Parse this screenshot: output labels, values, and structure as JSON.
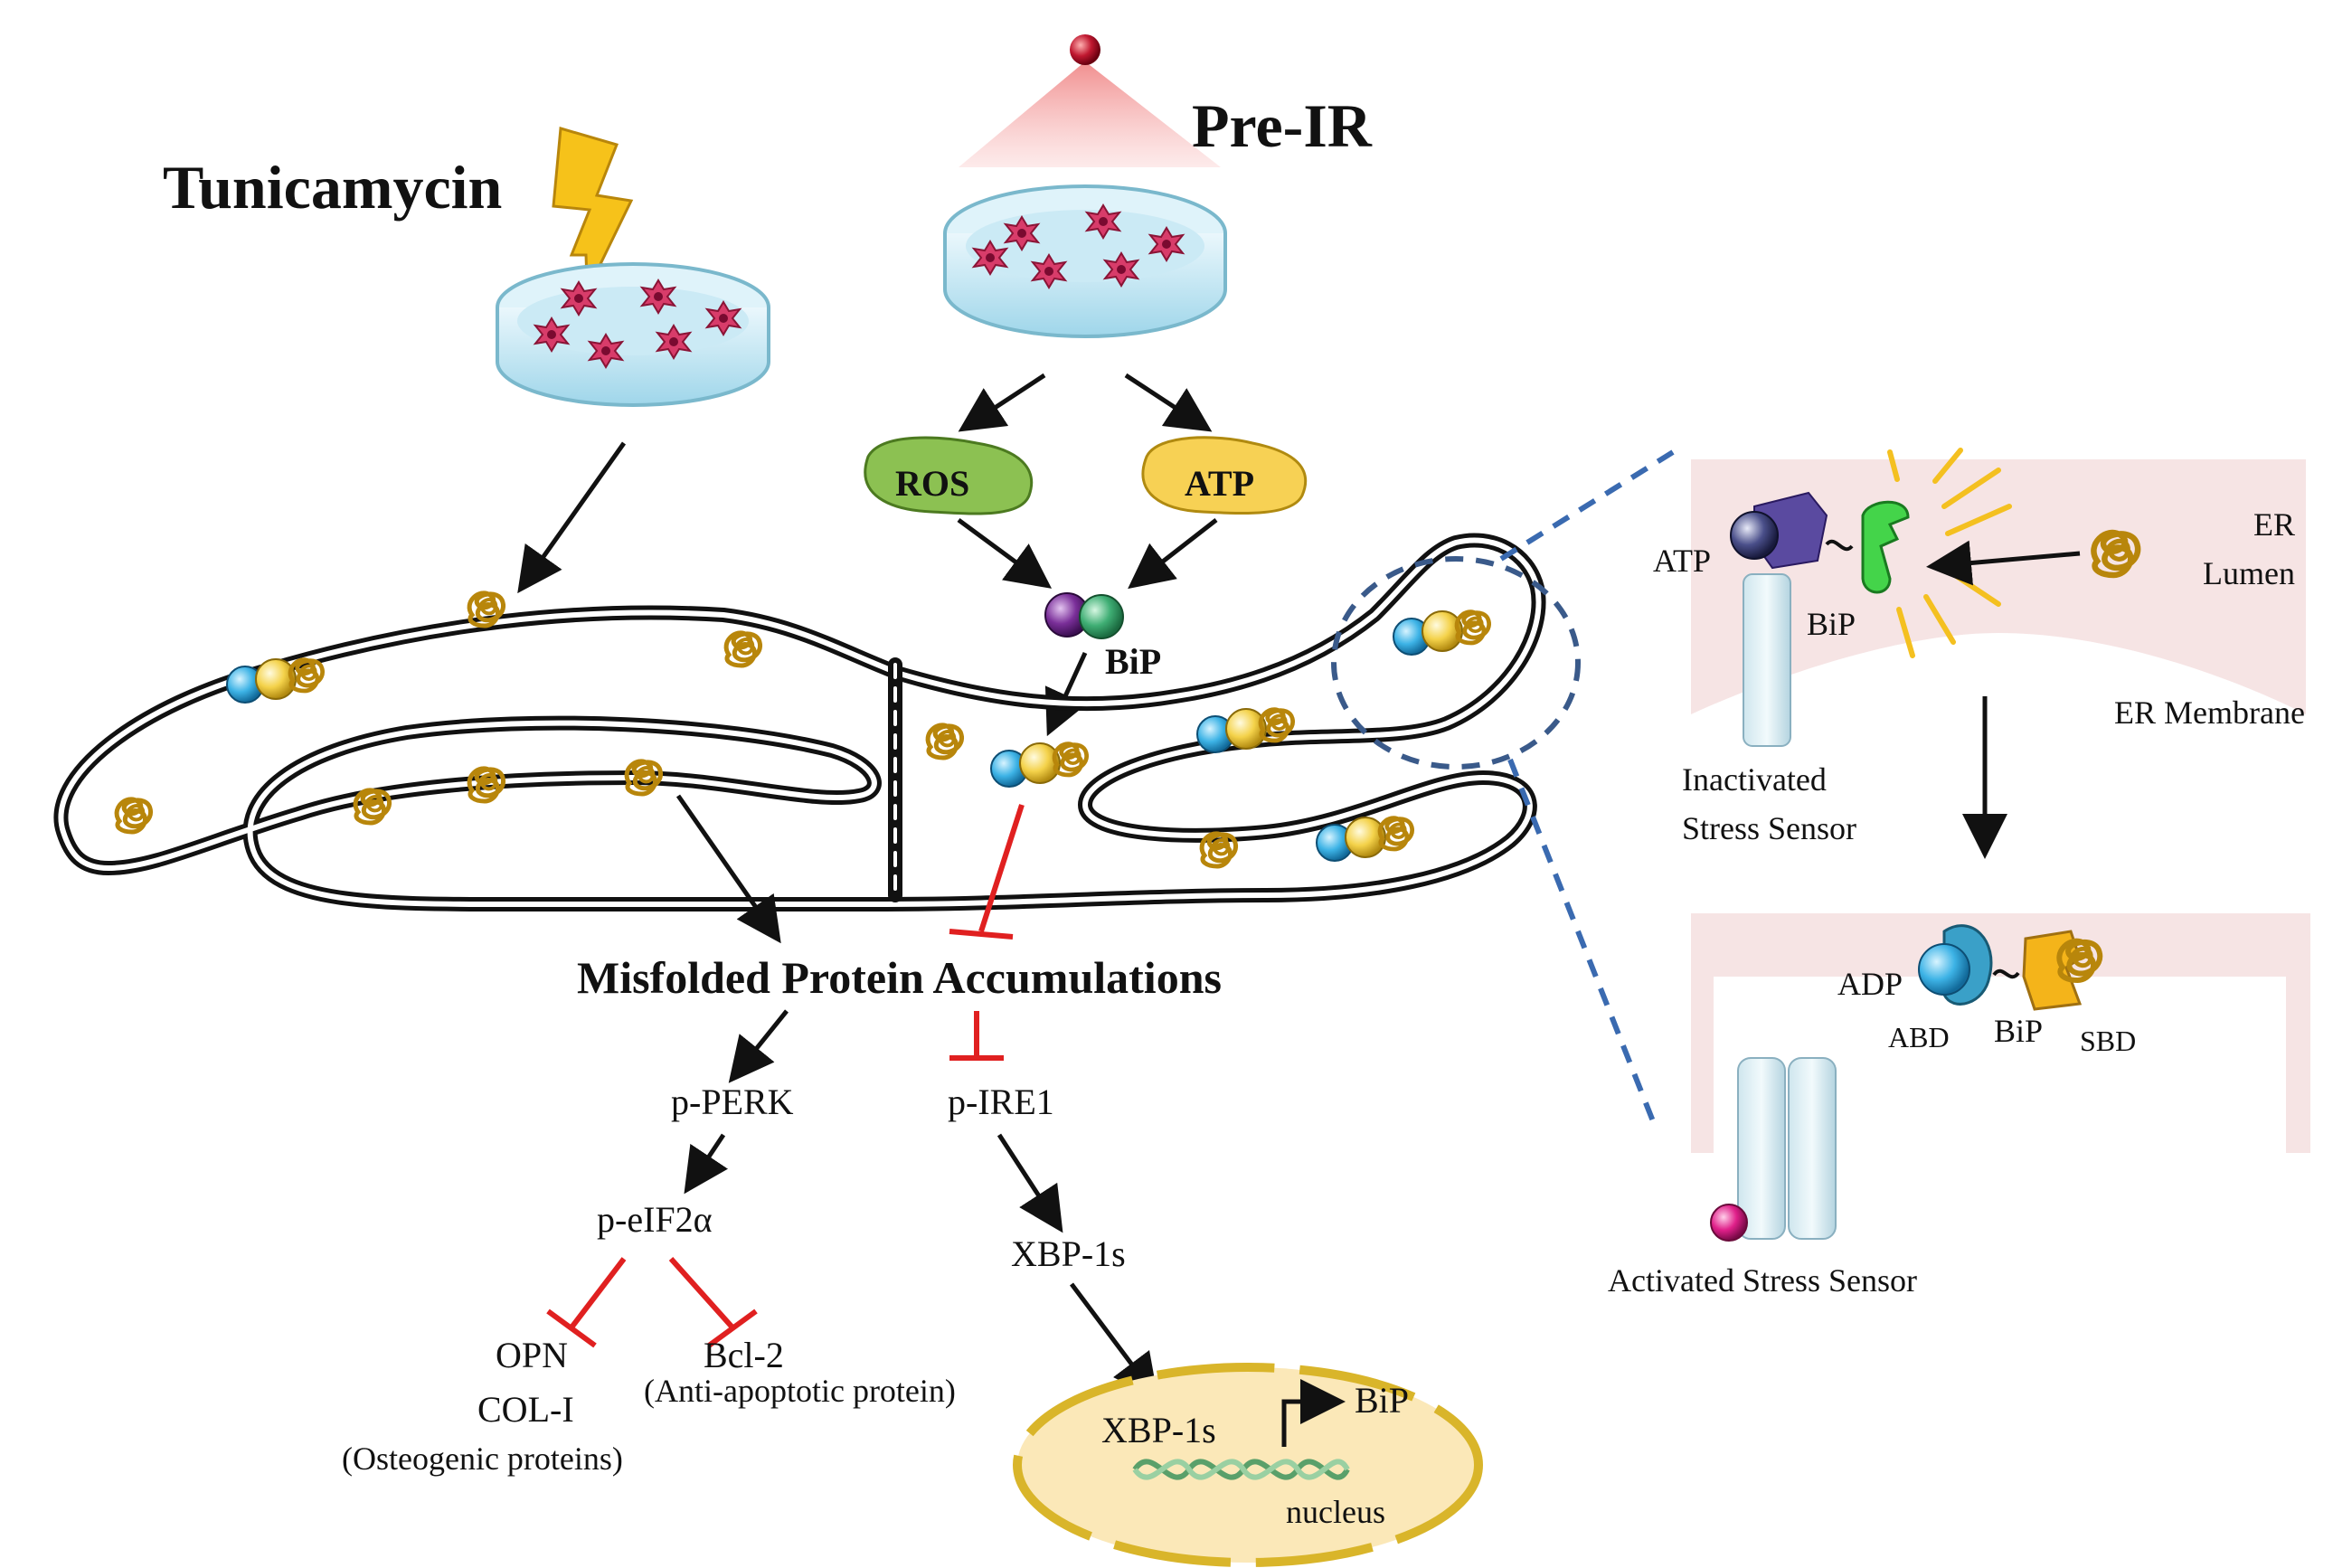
{
  "inputs": {
    "tunicamycin": "Tunicamycin",
    "pre_ir": "Pre-IR"
  },
  "mediators": {
    "ros": "ROS",
    "atp": "ATP",
    "bip": "BiP"
  },
  "pathway": {
    "misfolded": "Misfolded Protein Accumulations",
    "p_perk": "p-PERK",
    "p_ire1": "p-IRE1",
    "p_eif2a": "p-eIF2α",
    "xbp1s": "XBP-1s",
    "opn": "OPN",
    "col1": "COL-I",
    "osteogenic": "(Osteogenic  proteins)",
    "bcl2": "Bcl-2",
    "anti_apoptotic": "(Anti-apoptotic protein)"
  },
  "nucleus": {
    "xbp1s": "XBP-1s",
    "bip": "BiP",
    "label": "nucleus"
  },
  "inset": {
    "atp": "ATP",
    "bip_top": "BiP",
    "er_lumen_1": "ER",
    "er_lumen_2": "Lumen",
    "er_membrane": "ER Membrane",
    "inactivated_1": "Inactivated",
    "inactivated_2": "Stress Sensor",
    "adp": "ADP",
    "abd": "ABD",
    "bip_bottom": "BiP",
    "sbd": "SBD",
    "activated": "Activated Stress Sensor"
  },
  "colors": {
    "arrow": "#111111",
    "inhibit": "#e02020",
    "ros": "#8cc152",
    "atp": "#f7d154",
    "misfolded": "#b8860b",
    "er_band": "#f6e4e4",
    "dash": "#3a6ab0",
    "nucleus_fill": "#fbe8b8"
  },
  "icons": [
    "lightning-icon",
    "irradiation-cone-icon",
    "petri-dish-icon",
    "protein-coil-icon",
    "chaperone-complex-icon",
    "dna-helix-icon",
    "stress-sensor-icon"
  ]
}
